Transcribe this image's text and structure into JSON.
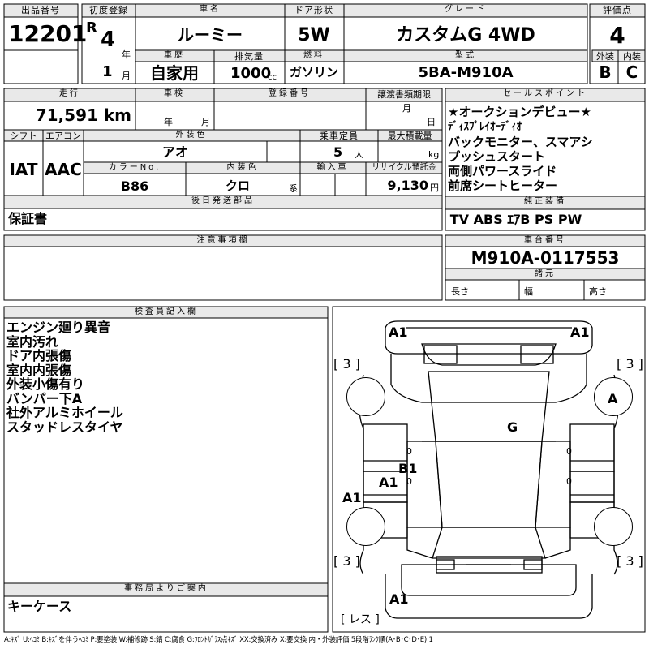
{
  "lot": {
    "label": "出品番号",
    "number": "12201"
  },
  "first_reg": {
    "label": "初度登録",
    "era": "R",
    "year": "4",
    "year_unit": "年",
    "month": "1",
    "month_unit": "月"
  },
  "car_name": {
    "label": "車名",
    "value": "ルーミー"
  },
  "door_type": {
    "label": "ドア形状",
    "value": "5W"
  },
  "grade": {
    "label": "グレード",
    "value": "カスタムG 4WD"
  },
  "score": {
    "label": "評価点",
    "value": "4",
    "exterior_label": "外装",
    "interior_label": "内装",
    "exterior": "B",
    "interior": "C"
  },
  "history": {
    "label": "車歴",
    "value": "自家用"
  },
  "displacement": {
    "label": "排気量",
    "value": "1000",
    "unit": "cc"
  },
  "fuel": {
    "label": "燃料",
    "value": "ガソリン"
  },
  "model_code": {
    "label": "型式",
    "value": "5BA-M910A"
  },
  "mileage": {
    "label": "走行",
    "value": "71,591 km"
  },
  "inspection": {
    "label": "車検",
    "year_unit": "年",
    "month_unit": "月"
  },
  "registration": {
    "label": "登録番号"
  },
  "transfer_deadline": {
    "label": "譲渡書類期限",
    "month_unit": "月",
    "day_unit": "日"
  },
  "shift": {
    "label": "シフト",
    "value": "IAT"
  },
  "aircon": {
    "label": "エアコン",
    "value": "AAC"
  },
  "ext_color": {
    "label": "外装色",
    "value": "アオ"
  },
  "capacity": {
    "label": "乗車定員",
    "value": "5",
    "unit": "人"
  },
  "max_load": {
    "label": "最大積載量",
    "unit": "kg"
  },
  "color_no": {
    "label": "カラーNo.",
    "value": "B86"
  },
  "int_color": {
    "label": "内装色",
    "value": "クロ",
    "unit": "系"
  },
  "import_car": {
    "label": "輸入車"
  },
  "recycle": {
    "label": "リサイクル預託金",
    "value": "9,130",
    "unit": "円"
  },
  "later_parts": {
    "label": "後日発送部品",
    "value": "保証書"
  },
  "sales_points": {
    "label": "セールスポイント",
    "lines": [
      "★オークションデビュー★",
      "ﾃﾞｨｽﾌﾟﾚｲｵｰﾃﾞｨｵ",
      "バックモニター、スマアシ",
      "プッシュスタート",
      "両側パワースライド",
      "前席シートヒーター"
    ]
  },
  "equipment": {
    "label": "純正装備",
    "value": "TV ABS ｴｱB PS PW"
  },
  "notes": {
    "label": "注意事項欄"
  },
  "chassis": {
    "label": "車台番号",
    "value": "M910A-0117553"
  },
  "dimensions": {
    "label": "諸元",
    "length": "長さ",
    "width": "幅",
    "height": "高さ"
  },
  "inspector": {
    "label": "検査員記入欄",
    "lines": [
      "エンジン廻り異音",
      "室内汚れ",
      "ドア内張傷",
      "室内内張傷",
      "外装小傷有り",
      "バンパー下A",
      "社外アルミホイール",
      "スタッドレスタイヤ"
    ]
  },
  "office": {
    "label": "事務局よりご案内",
    "value": "キーケース"
  },
  "diagram": {
    "tire_labels": [
      "[ 3 ]",
      "[ 3 ]",
      "[ 3 ]",
      "[ 3 ]"
    ],
    "spare": "[ レス ]",
    "marks": {
      "front_left": "A1",
      "front_right": "A1",
      "right_front_wheel": "A",
      "windshield": "G",
      "door": "B1",
      "left_panel": "A1",
      "left_side": "A1",
      "rear": "A1"
    },
    "zero_marks": [
      "0",
      "0",
      "0",
      "0"
    ]
  },
  "legend": "A:ｷｽﾞ U:ﾍｺﾐ B:ｷｽﾞを伴うﾍｺﾐ P:要塗装 W:補修跡 S:錆 C:腐食 G:ﾌﾛﾝﾄｶﾞﾗｽ点ｷｽﾞ XX:交換済み X:要交換 内・外装評価 5段階ﾗﾝｸ順(A･B･C･D･E) 1"
}
